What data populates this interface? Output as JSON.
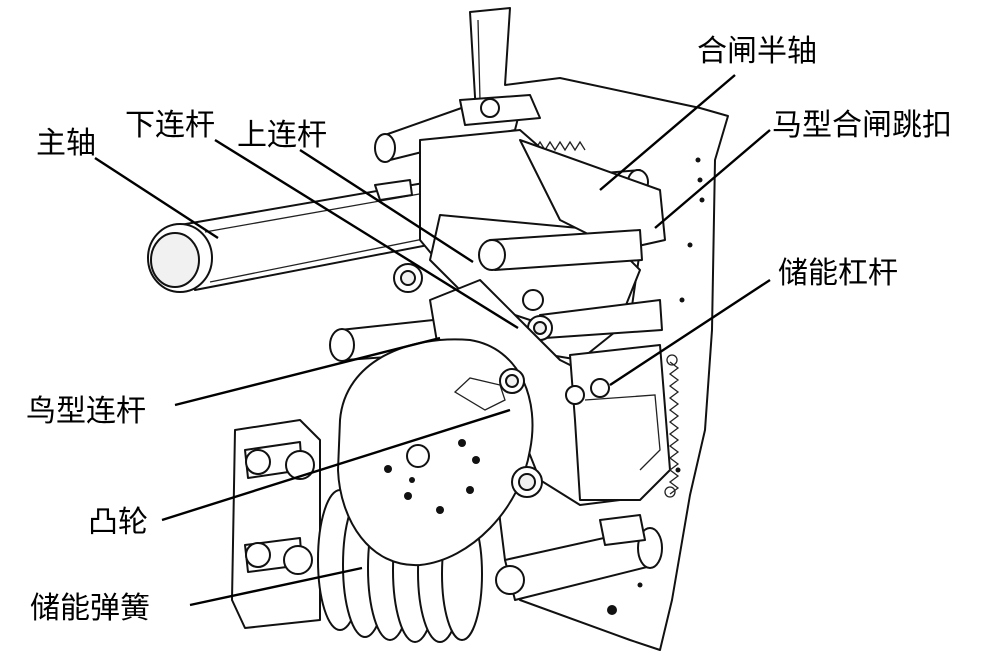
{
  "diagram": {
    "labels": {
      "main_shaft": "主轴",
      "lower_link": "下连杆",
      "upper_link": "上连杆",
      "closing_half_shaft": "合闸半轴",
      "horse_closing_latch": "马型合闸跳扣",
      "energy_storage_lever": "储能杠杆",
      "bird_link": "鸟型连杆",
      "cam": "凸轮",
      "energy_storage_spring": "储能弹簧"
    }
  }
}
